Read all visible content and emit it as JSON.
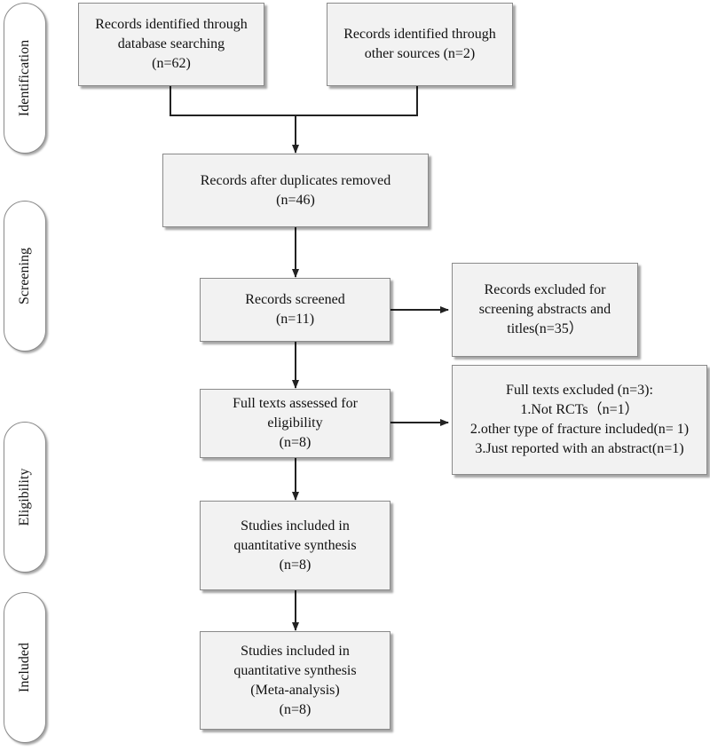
{
  "stages": {
    "identification": "Identification",
    "screening": "Screening",
    "eligibility": "Eligibility",
    "included": "Included"
  },
  "boxes": {
    "database_records": [
      "Records identified through",
      "database searching",
      "(n=62)"
    ],
    "other_records": [
      "Records identified through",
      "other sources (n=2)"
    ],
    "after_duplicates": [
      "Records after duplicates removed",
      "(n=46)"
    ],
    "screened": [
      "Records screened",
      "(n=11)"
    ],
    "excluded_screening": [
      "Records excluded for",
      "screening abstracts and",
      "titles(n=35）"
    ],
    "full_text_assessed": [
      "Full texts assessed for",
      "eligibility",
      "(n=8)"
    ],
    "full_text_excluded": [
      "Full texts excluded (n=3):",
      "1.Not RCTs（n=1）",
      "2.other type of fracture included(n= 1)",
      "3.Just reported with an abstract(n=1)"
    ],
    "qualitative": [
      "Studies included in",
      "quantitative synthesis",
      "(n=8)"
    ],
    "meta_analysis": [
      "Studies included in",
      "quantitative synthesis",
      "(Meta-analysis)",
      "(n=8)"
    ]
  },
  "colors": {
    "box_fill": "#f2f2f2",
    "box_border": "#8a8a8a",
    "arrow": "#222222"
  }
}
